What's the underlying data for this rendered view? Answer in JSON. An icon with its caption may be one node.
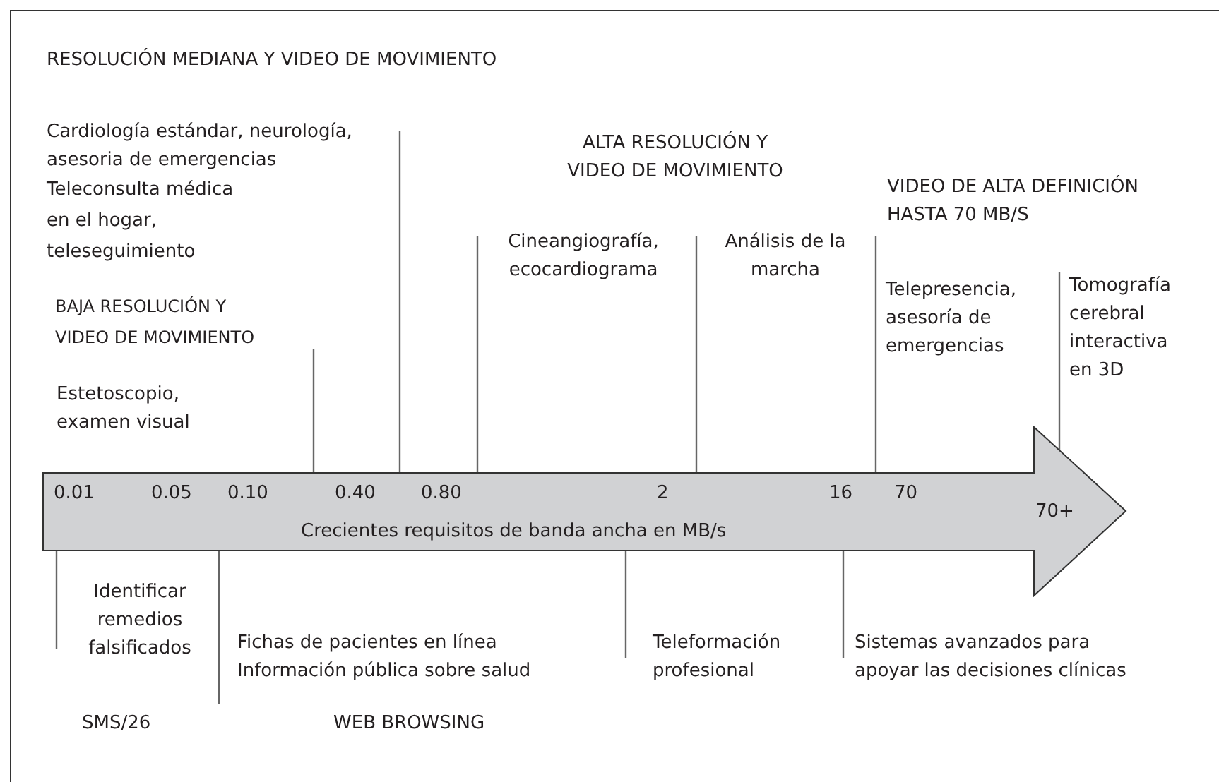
{
  "diagram": {
    "nodes": [
      {
        "text": [
          "Crecientes requisitos de banda ancha en MB/s"
        ]
      },
      {
        "text": [
          "Cardiología estándar, neurología, asesoria de emergencias"
        ]
      },
      {
        "text": [
          "Estetoscopio, examen visual"
        ]
      },
      {
        "text": [
          "Cineangiografía, ecocardiograma"
        ]
      },
      {
        "text": [
          "Análisis de la marcha"
        ]
      },
      {
        "text": [
          "Telepresencia, asesoría de emergencias"
        ]
      },
      {
        "text": [
          "Tomografía cerebral interactiva en 3D"
        ]
      },
      {
        "text": [
          "Identificar remedios falsificados"
        ]
      },
      {
        "text": [
          "Fichas de pacientes en línea",
          "Información pública sobre salud"
        ]
      },
      {
        "text": [
          "Teleformación profesional"
        ]
      },
      {
        "text": [
          "Sistemas avanzados para apoyar las decisiones clínicas"
        ]
      }
    ],
    "edges": [
      {
        "from": 1,
        "to": 0,
        "arrow": "none"
      },
      {
        "from": 3,
        "to": 0,
        "arrow": "none"
      },
      {
        "from": 4,
        "to": 0,
        "arrow": "none"
      },
      {
        "from": 6,
        "to": 0,
        "arrow": "none"
      },
      {
        "from": 7,
        "to": 0,
        "arrow": "none"
      },
      {
        "from": 8,
        "to": 0,
        "arrow": "none"
      },
      {
        "from": 9,
        "to": 0,
        "arrow": "none"
      },
      {
        "from": 10,
        "to": 0,
        "arrow": "none"
      }
    ],
    "labels": [
      "RESOLUCIÓN MEDIANA Y VIDEO DE MOVIMIENTO",
      "ALTA RESOLUCIÓN Y VIDEO DE MOVIMIENTO",
      "Teleconsulta médica en el hogar, teleseguimiento",
      "VIDEO DE ALTA DEFINICIÓN HASTA 70 MB/S",
      "BAJA RESOLUCIÓN Y VIDEO DE MOVIMIENTO",
      "0.01",
      "0.05",
      "0.10",
      "0.40",
      "0.80",
      "2",
      "16",
      "70",
      "70+",
      "SMS/26",
      "WEB BROWSING"
    ]
  }
}
